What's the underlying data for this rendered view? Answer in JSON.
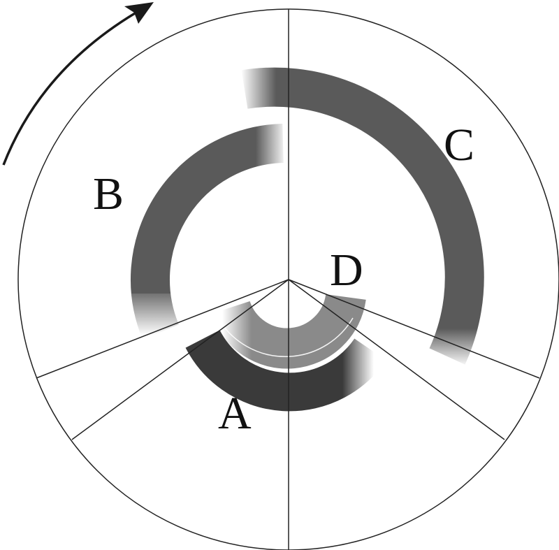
{
  "diagram": {
    "type": "circular-arc-diagram",
    "rotation_indicator": "clockwise-arrow",
    "colors": {
      "outline": "#222222",
      "arc_A": "#3a3a3a",
      "arc_B": "#5a5a5a",
      "arc_C": "#5a5a5a",
      "arc_D": "#8a8a8a",
      "arrow": "#1a1a1a"
    },
    "labels": {
      "A": "A",
      "B": "B",
      "C": "C",
      "D": "D"
    }
  }
}
